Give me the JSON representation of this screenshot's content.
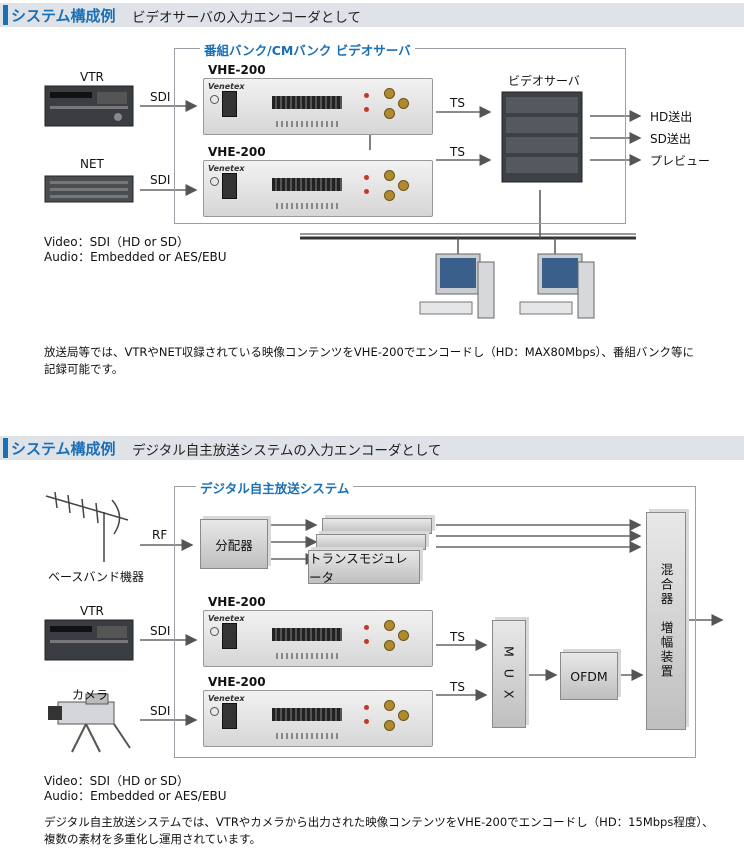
{
  "section1": {
    "title": "システム構成例",
    "subtitle": "ビデオサーバの入力エンコーダとして",
    "group_title": "番組バンク/CMバンク ビデオサーバ",
    "sources": [
      {
        "label": "VTR",
        "signal": "SDI",
        "icon": "vtr-deck-icon"
      },
      {
        "label": "NET",
        "signal": "SDI",
        "icon": "network-rack-icon"
      }
    ],
    "encoders": [
      {
        "model": "VHE-200",
        "brand": "Venetex",
        "output": "TS"
      },
      {
        "model": "VHE-200",
        "brand": "Venetex",
        "output": "TS"
      }
    ],
    "server_label": "ビデオサーバ",
    "outputs": [
      "HD送出",
      "SD送出",
      "プレビュー"
    ],
    "video_note": "Video：SDI（HD or SD）",
    "audio_note": "Audio：Embedded or AES/EBU",
    "description": "放送局等では、VTRやNET収録されている映像コンテンツをVHE-200でエンコードし（HD：MAX80Mbps）、番組バンク等に記録可能です。"
  },
  "section2": {
    "title": "システム構成例",
    "subtitle": "デジタル自主放送システムの入力エンコーダとして",
    "group_title": "デジタル自主放送システム",
    "sources": [
      {
        "label": "ベースバンド機器",
        "signal": "RF",
        "icon": "antenna-icon"
      },
      {
        "label": "VTR",
        "signal": "SDI",
        "icon": "vtr-deck-icon"
      },
      {
        "label": "カメラ",
        "signal": "SDI",
        "icon": "camera-icon"
      }
    ],
    "splitter": "分配器",
    "transmodulator": "トランスモジュレータ",
    "encoders": [
      {
        "model": "VHE-200",
        "brand": "Venetex",
        "output": "TS"
      },
      {
        "model": "VHE-200",
        "brand": "Venetex",
        "output": "TS"
      }
    ],
    "mux": "M U X",
    "ofdm": "OFDM",
    "mixer": "混合器　増幅装置",
    "video_note": "Video：SDI（HD or SD）",
    "audio_note": "Audio：Embedded or AES/EBU",
    "description": "デジタル自主放送システムでは、VTRやカメラから出力された映像コンテンツをVHE-200でエンコードし（HD：15Mbps程度）、複数の素材を多重化し運用されています。"
  },
  "colors": {
    "accent": "#1b6fb5",
    "header_bg": "#dfe3e8"
  }
}
